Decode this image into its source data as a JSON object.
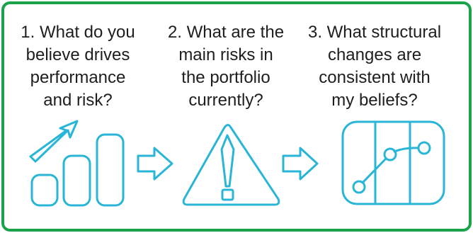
{
  "diagram": {
    "frame_color": "#1aa34a",
    "icon_color": "#29b6d6",
    "text_color": "#1e1e1e",
    "steps": [
      {
        "text": "1. What do you\nbelieve drives\nperformance\nand risk?",
        "icon": "bar-chart-up-arrow-icon"
      },
      {
        "text": "2. What are the\nmain risks in\nthe portfolio\ncurrently?",
        "icon": "warning-triangle-icon"
      },
      {
        "text": "3. What structural\nchanges are\nconsistent with\nmy beliefs?",
        "icon": "line-chart-panel-icon"
      }
    ],
    "connectors": [
      "right-arrow-icon",
      "right-arrow-icon"
    ]
  }
}
